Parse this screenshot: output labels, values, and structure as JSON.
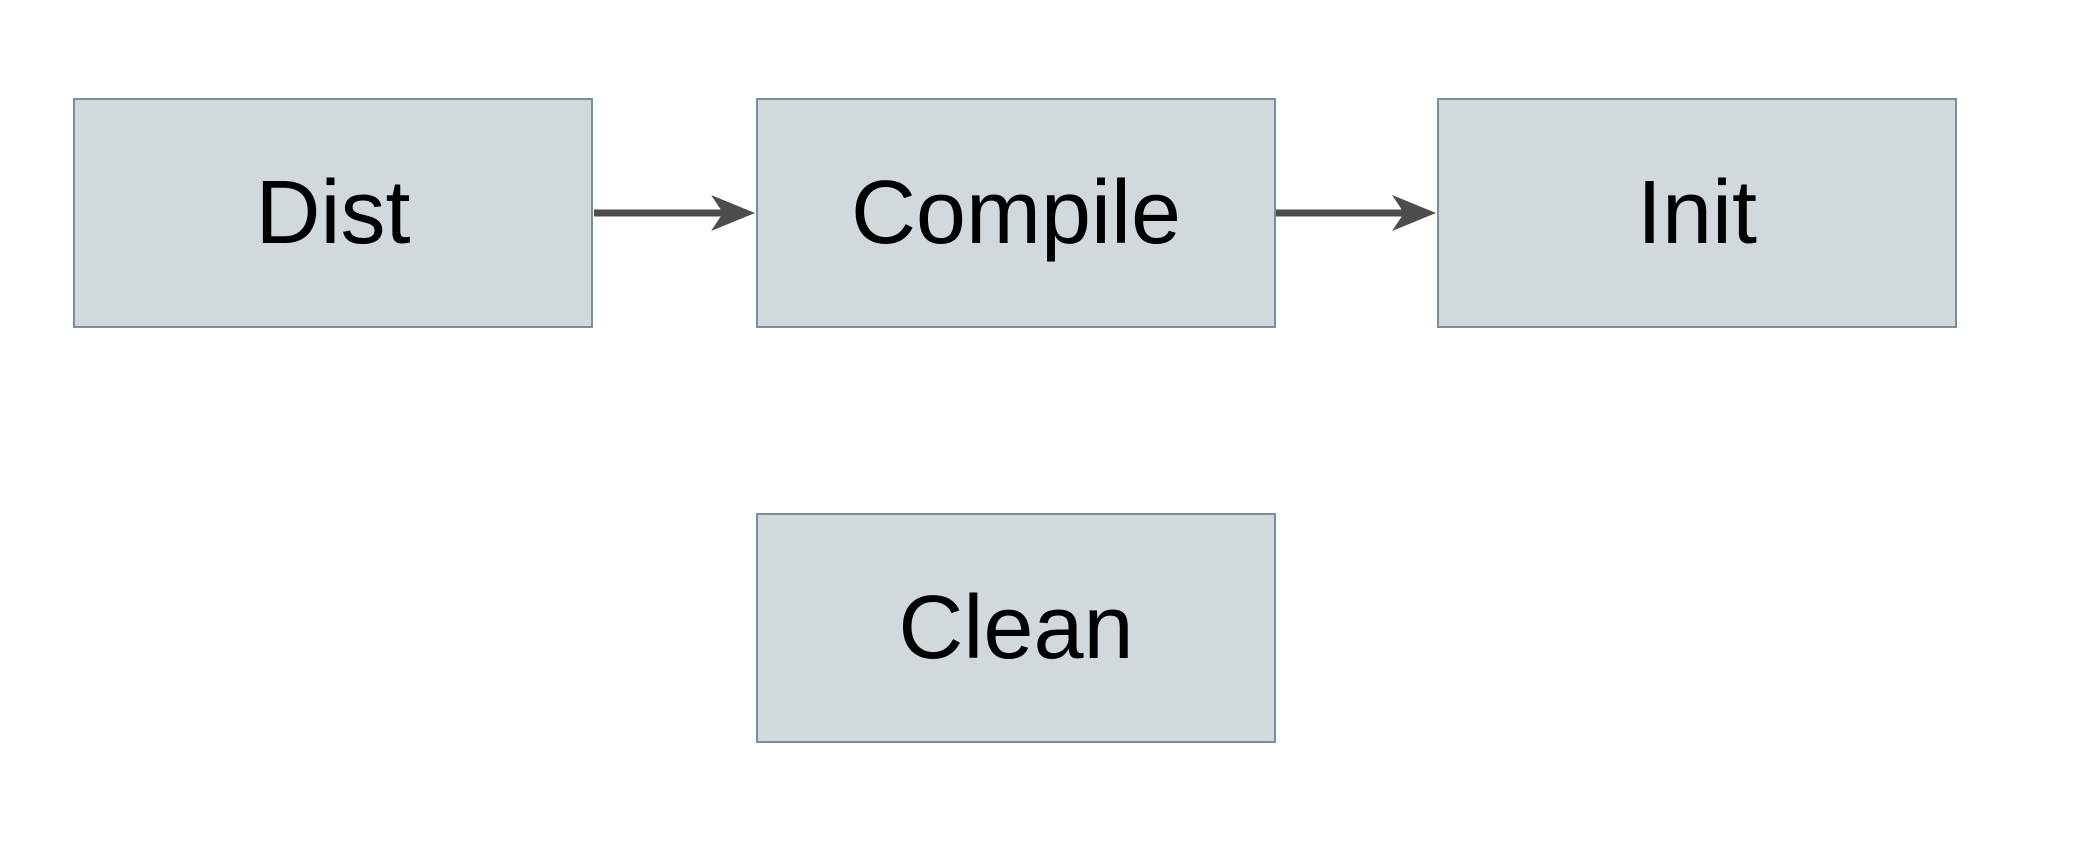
{
  "diagram": {
    "type": "flowchart",
    "nodes": [
      {
        "id": "dist",
        "label": "Dist",
        "shape": "rectangle"
      },
      {
        "id": "compile",
        "label": "Compile",
        "shape": "rectangle"
      },
      {
        "id": "init",
        "label": "Init",
        "shape": "rectangle"
      },
      {
        "id": "clean",
        "label": "Clean",
        "shape": "rectangle"
      }
    ],
    "edges": [
      {
        "from": "dist",
        "to": "compile",
        "style": "solid-arrow",
        "direction": "right"
      },
      {
        "from": "compile",
        "to": "init",
        "style": "solid-arrow",
        "direction": "right"
      }
    ],
    "colors": {
      "node_fill": "#d2d9dc",
      "node_border": "#78909c",
      "arrow": "#4d4d4d",
      "label_text": "#000000",
      "background": "#ffffff"
    }
  }
}
